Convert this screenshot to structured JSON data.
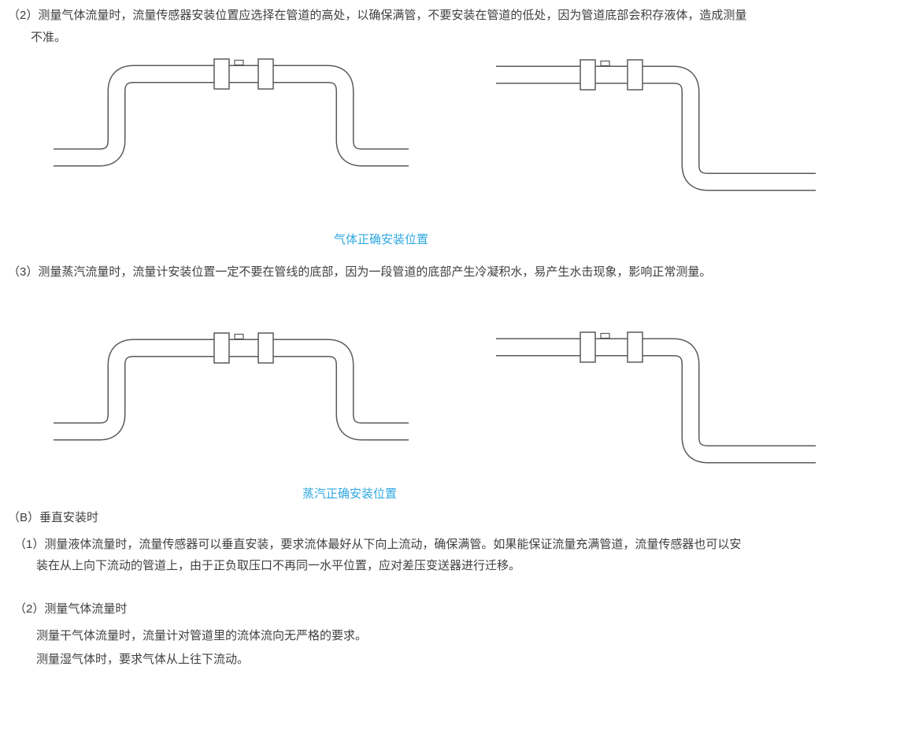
{
  "colors": {
    "text": "#404040",
    "caption_blue": "#2fa8e1",
    "pipe_outline": "#595a5c",
    "background": "#ffffff"
  },
  "gas_section": {
    "para_line1": "（2）测量气体流量时，流量传感器安装位置应选择在管道的高处，以确保满管，不要安装在管道的低处，因为管道底部会积存液体，造成测量",
    "para_line2": "不准。",
    "caption": "气体正确安装位置"
  },
  "steam_section": {
    "para": "（3）测量蒸汽流量时，流量计安装位置一定不要在管线的底部，因为一段管道的底部产生冷凝积水，易产生水击现象，影响正常测量。",
    "caption": "蒸汽正确安装位置"
  },
  "vertical_section": {
    "heading": "（B）垂直安装时",
    "item1_line1": "（1）测量液体流量时，流量传感器可以垂直安装，要求流体最好从下向上流动，确保满管。如果能保证流量充满管道，流量传感器也可以安",
    "item1_line2": "装在从上向下流动的管道上，由于正负取压口不再同一水平位置，应对差压变送器进行迁移。",
    "item2_heading": "（2）测量气体流量时",
    "item2_line1": "测量干气体流量时，流量计对管道里的流体流向无严格的要求。",
    "item2_line2": "测量湿气体时，要求气体从上往下流动。"
  },
  "diagrams": {
    "gas_left": "overhead-bridge-pipe-with-flow-sensors",
    "gas_right": "horizontal-pipe-down-elbow-with-flow-sensors",
    "steam_left": "overhead-bridge-pipe-with-flow-sensors",
    "steam_right": "horizontal-pipe-down-elbow-with-flow-sensors"
  }
}
